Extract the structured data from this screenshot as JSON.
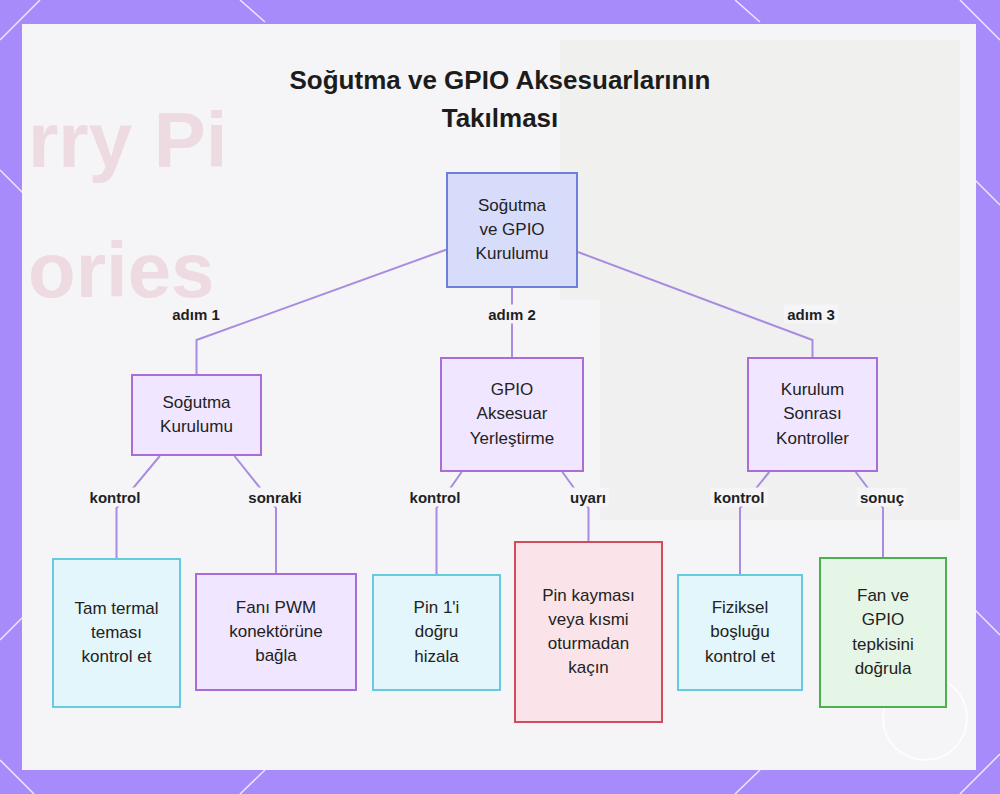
{
  "diagram": {
    "title": "Soğutma ve GPIO Aksesuarlarının Takılması",
    "nodes": [
      {
        "text": [
          "Soğutma ve GPIO Kurulumu"
        ]
      },
      {
        "text": [
          "Soğutma Kurulumu"
        ]
      },
      {
        "text": [
          "GPIO Aksesuar Yerleştirme"
        ]
      },
      {
        "text": [
          "Kurulum Sonrası Kontroller"
        ]
      },
      {
        "text": [
          "Tam termal teması kontrol et"
        ]
      },
      {
        "text": [
          "Fanı PWM konektörüne bağla"
        ]
      },
      {
        "text": [
          "Pin 1'i doğru hizala"
        ]
      },
      {
        "text": [
          "Pin kayması veya kısmi oturmadan kaçın"
        ]
      },
      {
        "text": [
          "Fiziksel boşluğu kontrol et"
        ]
      },
      {
        "text": [
          "Fan ve GPIO tepkisini doğrula"
        ]
      }
    ],
    "edges": [
      {
        "from": 0,
        "to": 1,
        "arrow": "none",
        "label": "adım 1"
      },
      {
        "from": 0,
        "to": 2,
        "arrow": "none",
        "label": "adım 2"
      },
      {
        "from": 0,
        "to": 3,
        "arrow": "none",
        "label": "adım 3"
      },
      {
        "from": 1,
        "to": 4,
        "arrow": "none",
        "label": "kontrol"
      },
      {
        "from": 1,
        "to": 5,
        "arrow": "none",
        "label": "sonraki"
      },
      {
        "from": 2,
        "to": 6,
        "arrow": "none",
        "label": "kontrol"
      },
      {
        "from": 2,
        "to": 7,
        "arrow": "none",
        "label": "uyarı"
      },
      {
        "from": 3,
        "to": 8,
        "arrow": "none",
        "label": "kontrol"
      },
      {
        "from": 3,
        "to": 9,
        "arrow": "none",
        "label": "sonuç"
      }
    ],
    "labels": [
      "rry Pi",
      "ories"
    ]
  }
}
